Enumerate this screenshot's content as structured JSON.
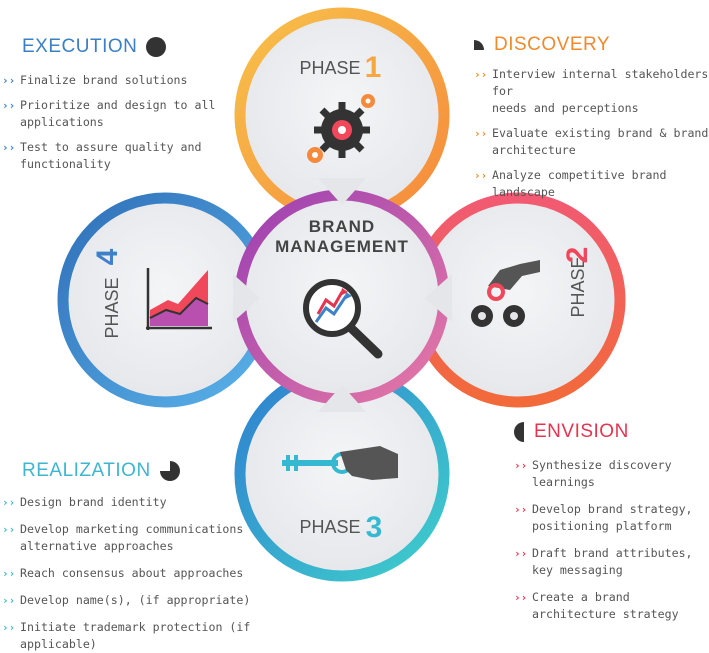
{
  "colors": {
    "phase1": "#f7a640",
    "phase2": "#f0485a",
    "phase3": "#35b9d1",
    "phase4": "#3d82c6",
    "center": "#b94fae",
    "execution": "#3b7fc4",
    "discovery": "#ef8a2d",
    "envision": "#e63450",
    "realization": "#3fb5cf",
    "dark": "#333333"
  },
  "center": {
    "line1": "BRAND",
    "line2": "MANAGEMENT",
    "icon": "magnifier-trend-icon"
  },
  "phases": {
    "p1": {
      "word": "PHASE",
      "num": "1",
      "icon": "gears-icon"
    },
    "p2": {
      "word": "PHASE",
      "num": "2",
      "icon": "hand-gears-icon"
    },
    "p3": {
      "word": "PHASE",
      "num": "3",
      "icon": "hand-key-icon"
    },
    "p4": {
      "word": "PHASE",
      "num": "4",
      "icon": "area-chart-icon"
    }
  },
  "execution": {
    "title": "EXECUTION",
    "items": [
      [
        "Finalize brand solutions"
      ],
      [
        "Prioritize and design to all",
        "applications"
      ],
      [
        "Test to assure quality and",
        "functionality"
      ]
    ]
  },
  "discovery": {
    "title": "DISCOVERY",
    "items": [
      [
        "Interview internal stakeholders for",
        "needs and perceptions"
      ],
      [
        "Evaluate existing brand & brand",
        "architecture"
      ],
      [
        "Analyze competitive brand landscape"
      ]
    ]
  },
  "envision": {
    "title": "ENVISION",
    "items": [
      [
        "Synthesize discovery learnings"
      ],
      [
        "Develop brand strategy,",
        "positioning platform"
      ],
      [
        "Draft brand attributes,",
        "key messaging"
      ],
      [
        "Create a brand",
        "architecture strategy"
      ]
    ]
  },
  "realization": {
    "title": "REALIZATION",
    "items": [
      [
        "Design brand identity"
      ],
      [
        "Develop marketing communications",
        "alternative approaches"
      ],
      [
        "Reach consensus about approaches"
      ],
      [
        "Develop name(s), (if appropriate)"
      ],
      [
        "Initiate trademark protection (if applicable)"
      ]
    ]
  }
}
